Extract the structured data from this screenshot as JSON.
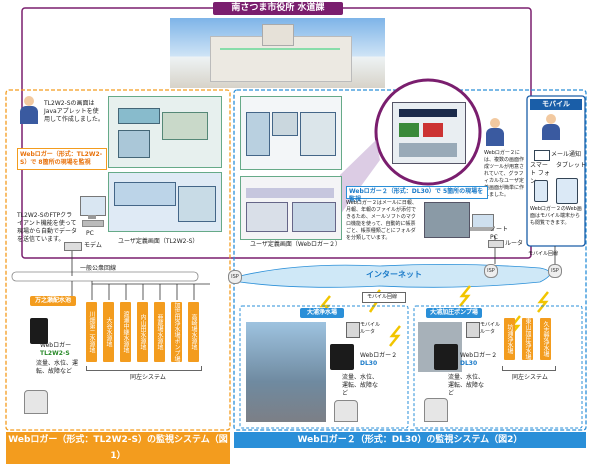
{
  "header": {
    "title": "南さつま市役所 水道課"
  },
  "left": {
    "note_top": "TL2W2-Sの画面はJavaアプレットを使用して作成しました。",
    "callout": "Webロガー（形式：TL2W2-S）で 8箇所の現場を監視",
    "note_ftp": "TL2W2-SのFTPクライアント機能を使って現場から自動でデータを送信ています。",
    "pc_label": "PC",
    "modem_label": "モデム",
    "screen_caption": "ユーザ定義画面（TL2W2-S）",
    "line_label": "一般公衆回線",
    "site_main": "万之瀬配水池",
    "logger_label": "Webロガー",
    "logger_model": "TL2W2-S",
    "data_label": "流量、水位、運転、故障など",
    "sites": [
      "川畑第二水源地",
      "大谷水源地",
      "渡瀬中継水源地",
      "内山田水源地",
      "亜蔵場水源地",
      "加世田浄水場ポンプ場",
      "高崎場水源地"
    ],
    "same_system": "同左システム",
    "footer": "Webロガー（形式：TL2W2-S）の監視システム（図1）"
  },
  "right": {
    "callout": "Webロガー２（形式：DL30）で 5箇所の現場を監視",
    "note_top": "Webロガー２には、複数の画面作成ツールが用意されていて、グラフィカルなユーザ定義画面が簡単に作れました。",
    "note_mail": "Webロガー２はメールに日報、月報、年報のファイルが添付できるため、メールソフトのマクロ機能を使って、自動的に帳票ごと、帳票種類ごとにフォルダを分類しています。",
    "notepc_label": "ノート PC",
    "router_label": "ルータ",
    "screen_caption": "ユーザ定義画面（Webロガー２）",
    "internet_label": "インターネット",
    "mobile_line": "モバイル回線",
    "site1": "大浦浄水場",
    "site2": "大浦加圧ポンプ場",
    "mobile_router": "モバイル ルータ",
    "logger_label": "Webロガー２",
    "logger_model": "DL30",
    "data_label": "流量、水位、運転、故障など",
    "sites": [
      "坊浦浄水場",
      "東山加圧浄水場",
      "久志野浄水場"
    ],
    "same_system": "同左システム",
    "footer": "Webロガー２（形式：DL30）の監視システム（図2）"
  },
  "mobile": {
    "title": "モバイル",
    "mail": "メール通知",
    "smartphone": "スマート フォン",
    "tablet": "タブレット",
    "note": "Webロガー２のWeb画面はモバイル端末からも閲覧できます。",
    "line": "モバイル回線"
  },
  "isp": "ISP",
  "colors": {
    "purple": "#7a1e6e",
    "orange": "#f39c1e",
    "blue": "#2a8fd8"
  }
}
